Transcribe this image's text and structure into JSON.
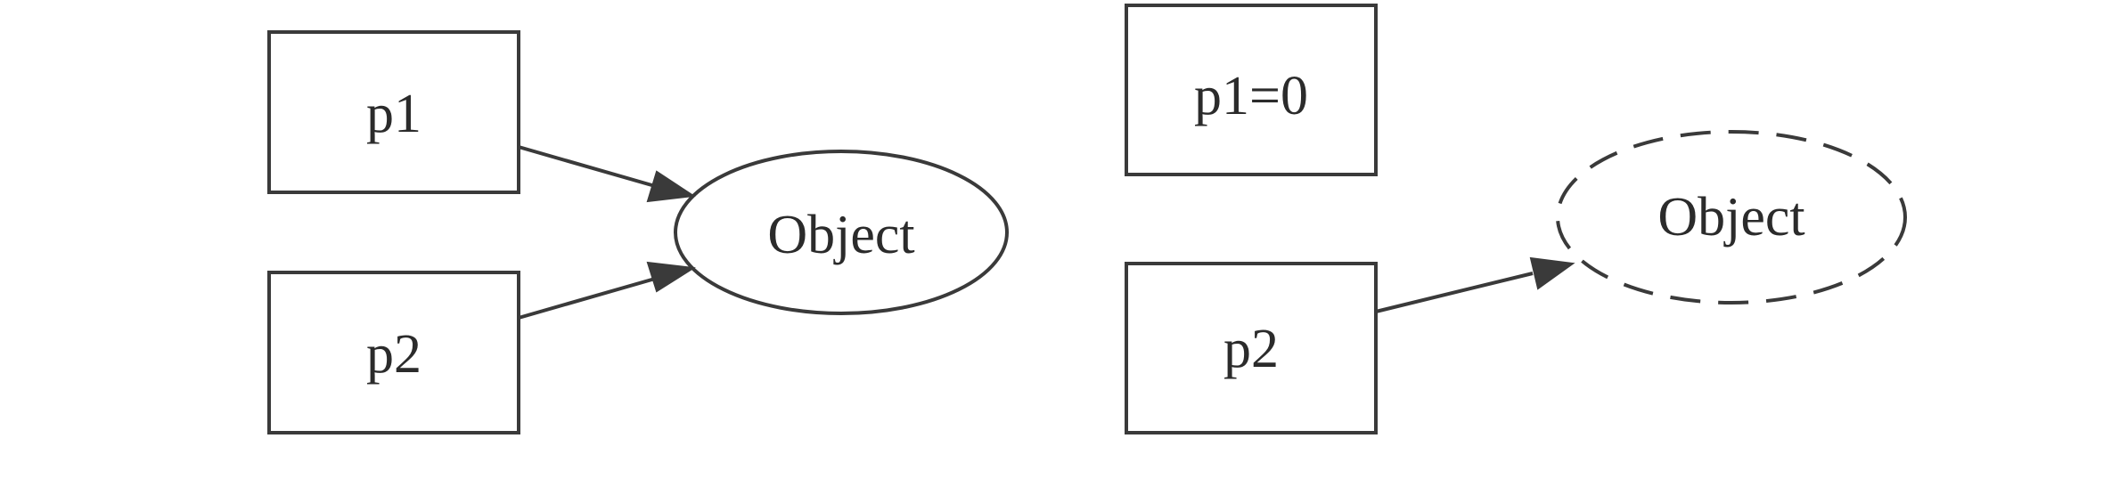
{
  "left_panel": {
    "node_p1": "p1",
    "node_p2": "p2",
    "node_object": "Object"
  },
  "right_panel": {
    "node_p1": "p1=0",
    "node_p2": "p2",
    "node_object": "Object"
  }
}
